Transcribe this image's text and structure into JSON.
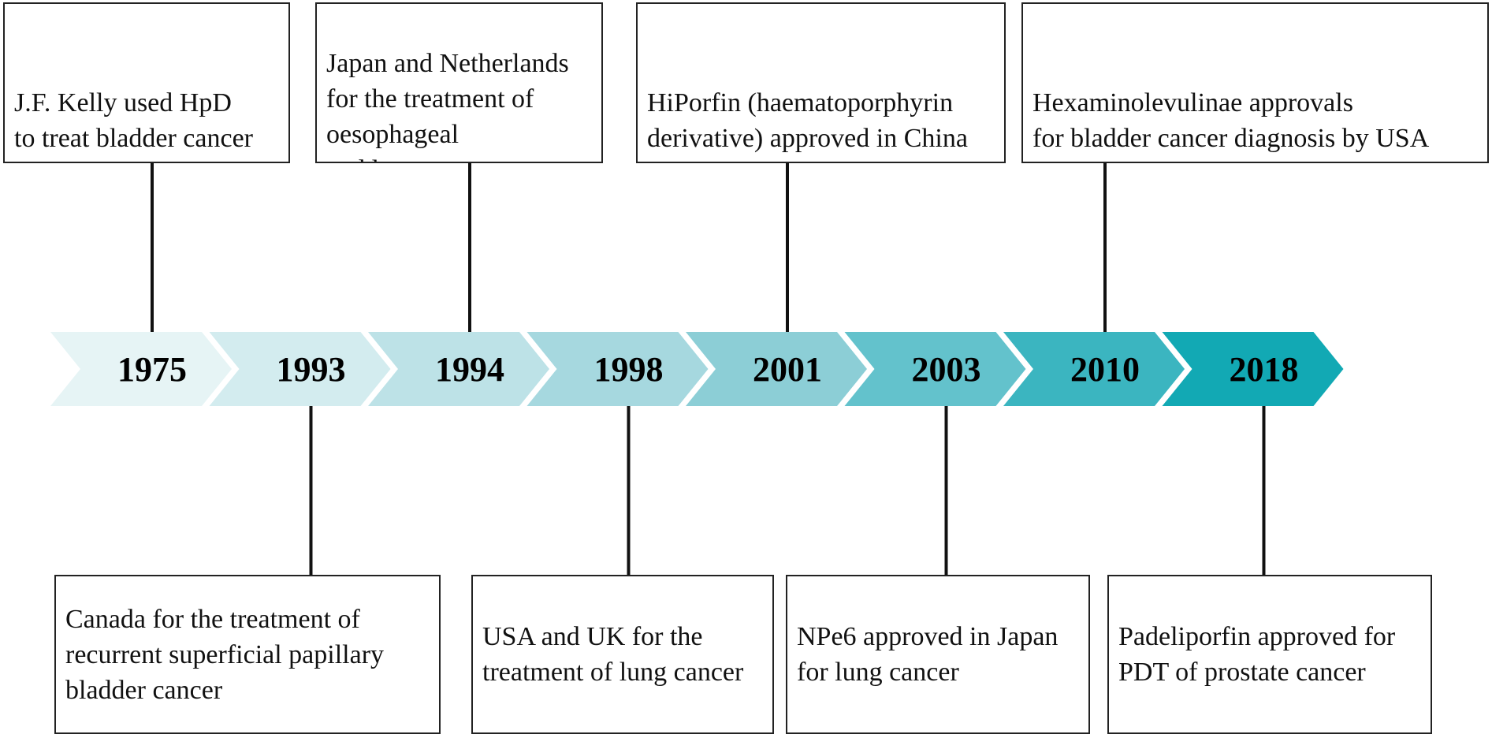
{
  "timeline": {
    "colors": {
      "connector": "#111111",
      "box_border": "#222222",
      "arrow_light": "#e6f4f5",
      "arrow_dark": "#12a9b4"
    },
    "years": [
      {
        "year": "1975",
        "color": "#e6f4f5"
      },
      {
        "year": "1993",
        "color": "#d3ecef"
      },
      {
        "year": "1994",
        "color": "#bde2e7"
      },
      {
        "year": "1998",
        "color": "#a6d8df"
      },
      {
        "year": "2001",
        "color": "#8cced6"
      },
      {
        "year": "2003",
        "color": "#63c2cc"
      },
      {
        "year": "2010",
        "color": "#3bb5c0"
      },
      {
        "year": "2018",
        "color": "#12a9b4"
      }
    ],
    "events_top": [
      {
        "year": "1975",
        "text": "J.F. Kelly used HpD\nto treat bladder cancer"
      },
      {
        "year": "1994",
        "text": "Japan and Netherlands\nfor the treatment of\noesophageal\nand lung cancers"
      },
      {
        "year": "2001",
        "text": "HiPorfin (haematoporphyrin\nderivative) approved in China"
      },
      {
        "year": "2010",
        "text": "Hexaminolevulinae approvals\nfor bladder cancer diagnosis by USA"
      }
    ],
    "events_bottom": [
      {
        "year": "1993",
        "text": "Canada for the treatment of\nrecurrent superficial papillary\nbladder cancer"
      },
      {
        "year": "1998",
        "text": "USA and UK for the\ntreatment of lung cancer"
      },
      {
        "year": "2003",
        "text": "NPe6 approved in Japan\nfor lung cancer"
      },
      {
        "year": "2018",
        "text": "Padeliporfin approved for\nPDT of prostate cancer"
      }
    ]
  }
}
